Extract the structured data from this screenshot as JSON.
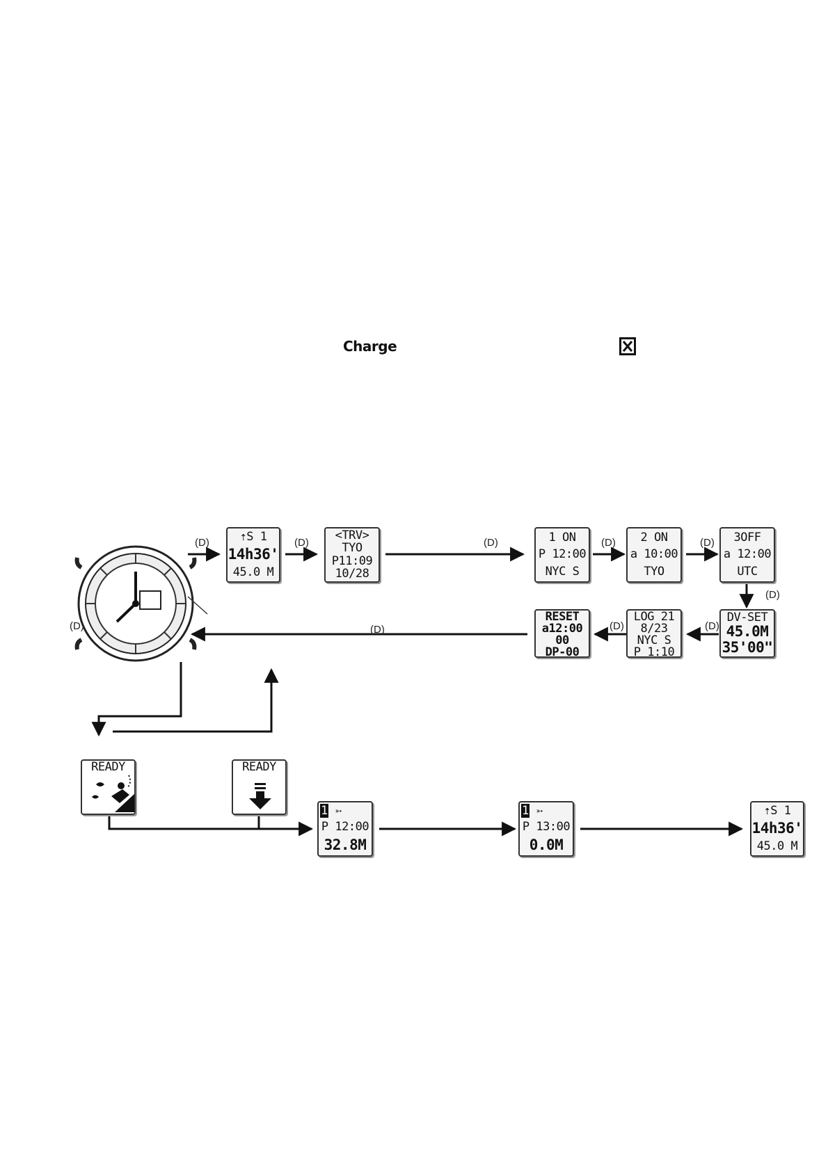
{
  "header": {
    "charge_label": "Charge",
    "charge_icon": "x-box-icon"
  },
  "edge_label": "(D)",
  "watch_icon": "dive-watch-icon",
  "screens": {
    "surface_1": [
      "⇡S 1",
      "14h36'",
      "45.0 M"
    ],
    "travel": [
      "<TRV>",
      "TYO",
      "P11:09",
      "10/28"
    ],
    "alarm_1": [
      "1 ON",
      "P 12:00",
      "NYC S"
    ],
    "alarm_2": [
      "2 ON",
      "a 10:00",
      "TYO"
    ],
    "alarm_3": [
      "3OFF",
      "a 12:00",
      "UTC"
    ],
    "dv_set": [
      "DV-SET",
      "45.0M",
      "35'00\""
    ],
    "log": [
      "LOG 21",
      "8/23",
      "NYC S",
      "P 1:10"
    ],
    "reset": [
      "RESET",
      "a12:00",
      "00",
      "DP-00"
    ],
    "ready_1": [
      "READY"
    ],
    "ready_2": [
      "READY"
    ],
    "dive_1": [
      "1",
      "P 12:00",
      "32.8M"
    ],
    "dive_2": [
      "1",
      "P 13:00",
      "0.0M"
    ],
    "surface_2": [
      "⇡S 1",
      "14h36'",
      "45.0 M"
    ]
  },
  "colors": {
    "ink": "#111111",
    "screen_bg": "#f4f4f4"
  }
}
